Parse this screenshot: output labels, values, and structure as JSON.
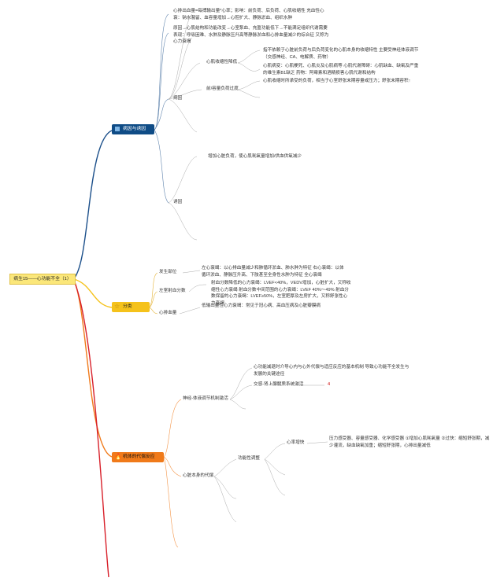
{
  "root": {
    "label": "病生15——心功能不全（1）"
  },
  "branch1": {
    "label": "病因与诱因",
    "icon": "square-icon",
    "color": "#1b4f8a",
    "top_text1": "心排出血量=每搏输出量*心率；影响：前负荷、后负荷、心肌收缩性 充血性心衰：钠水潴留、血容量增加→心腔扩大、静脉淤血、组织水肿",
    "top_text2": "原因→心肌结构和功能改变→心室泵血、充盈功能低下→不能满足组织代谢需要 表现：呼吸困难、水肿及静脉压升高等静脉淤血和心排血量减少的综合征 又称为心力衰竭",
    "cause_label": "病因",
    "sub1_label": "心肌收缩性降低",
    "sub1_text1": "指不依赖于心脏前负荷与后负荷变化的心肌本身的收缩特性 主要受神经体液调节（交感神经、CA、电解质、药物）",
    "sub1_text2": "心肌病变：心肌梗死、心肌炎及心肌病等 心肌代谢障碍：心肌缺血、缺氧及严重的维生素B1缺乏 药物：阿霉素和酒精损害心肌代谢和结构",
    "sub2_label": "前/容量负荷过度",
    "sub2_text": "心肌收缩时所承受的负荷，相当于心室舒张末期容量或压力；舒张末期容积↑",
    "trigger_label": "诱因",
    "trigger_text": "增加心脏负荷，使心肌耗氧量增加/供血供氧减少"
  },
  "branch2": {
    "label": "分类",
    "icon": "star-icon",
    "color": "#f5c21b",
    "site_label": "发生部位",
    "site_text": "左心衰竭：以心排血量减少和肺循环淤血、肺水肿为特征 右心衰竭：以体循环淤血、静脉压升高、下肢甚至全身性水肿为特征 全心衰竭",
    "ef_label": "左室射血分数",
    "ef_text": "射血分数降低的心力衰竭：LVEF<40%，VEDV增加，心脏扩大，又称收缩性心力衰竭 射血分数中间范围的心力衰竭：LVEF 40%～49% 射血分数保留的心力衰竭：LVEF≥50%，左室肥厚及左房扩大，又称舒张性心力衰竭",
    "output_label": "心排血量",
    "output_text": "低输出量性心力衰竭：常见于冠心病、高血压病及心脏瓣膜病"
  },
  "branch3": {
    "label": "机体的代偿反应",
    "icon": "fire-icon",
    "color": "#f07a1a",
    "neuro_label": "神经-体液调节机制激活",
    "neuro_text": "心功能减退时介导心内与心外代偿与适应反应的基本机制 导致心功能不全发生与发展的关键途径",
    "sympathetic_label": "交感-肾上腺髓质系统激活",
    "sympathetic_mark": "4",
    "heart_label": "心脏本身的代偿",
    "functional_label": "功能性调整",
    "hr_label": "心率增快",
    "hr_text": "压力感受器、容量感受器、化学感受器 ①增加心肌耗氧量 ②过快：缩短舒张期，减少灌流，缺血缺氧加重；缩短舒张期，心排出量减低"
  },
  "branch4": {
    "color": "#d8202a"
  }
}
